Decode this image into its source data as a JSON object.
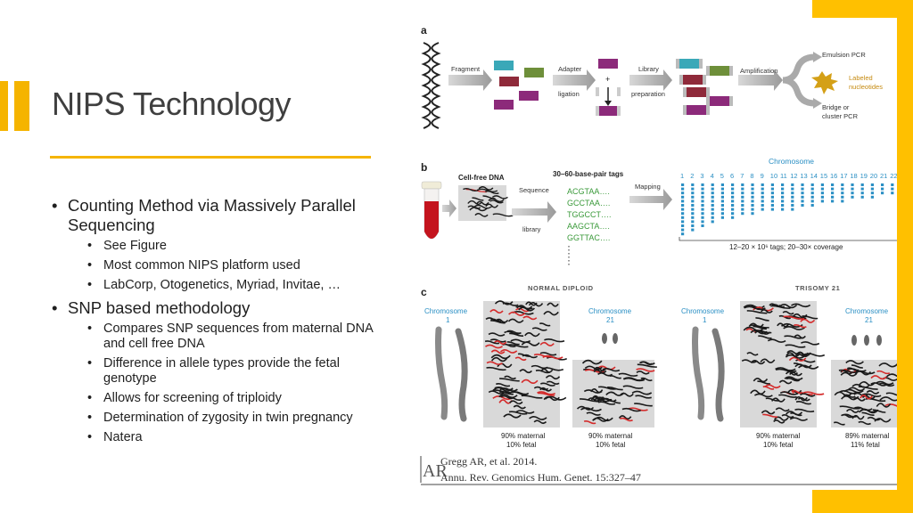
{
  "slide": {
    "title": "NIPS Technology",
    "bullets": [
      {
        "text": "Counting Method via Massively Parallel Sequencing",
        "sub": [
          "See Figure",
          "Most common NIPS platform used",
          "LabCorp, Otogenetics, Myriad, Invitae, …"
        ]
      },
      {
        "text": "SNP based methodology",
        "sub": [
          "Compares SNP sequences from maternal DNA and cell free DNA",
          "Difference in allele types provide the fetal genotype",
          "Allows for screening of triploidy",
          "Determination of zygosity in twin pregnancy",
          "Natera"
        ]
      }
    ]
  },
  "figure": {
    "panel_a": {
      "letter": "a",
      "fragment": "Fragment",
      "adapter": "Adapter",
      "ligation": "ligation",
      "library": "Library",
      "preparation": "preparation",
      "amplification": "Amplification",
      "emulsion": "Emulsion PCR",
      "labeled": "Labeled",
      "nucleotides": "nucleotides",
      "bridge": "Bridge or",
      "cluster": "cluster PCR",
      "plus": "+"
    },
    "panel_b": {
      "letter": "b",
      "cfdna": "Cell-free DNA",
      "sequence": "Sequence",
      "library": "library",
      "tags_header": "30–60-base-pair tags",
      "tags": [
        "ACGTAA….",
        "GCCTAA….",
        "TGGCCT….",
        "AAGCTA….",
        "GGTTAC…."
      ],
      "mapping": "Mapping",
      "chromosome": "Chromosome",
      "chrom_numbers": [
        "1",
        "2",
        "3",
        "4",
        "5",
        "6",
        "7",
        "8",
        "9",
        "10",
        "11",
        "12",
        "13",
        "14",
        "15",
        "16",
        "17",
        "18",
        "19",
        "20",
        "21",
        "22"
      ],
      "coverage": "12–20 × 10⁶ tags; 20–30× coverage"
    },
    "panel_c": {
      "letter": "c",
      "normal": "NORMAL DIPLOID",
      "trisomy": "TRISOMY 21",
      "chrom1_a": "Chromosome",
      "chrom1_b": "1",
      "chrom21_a": "Chromosome",
      "chrom21_b": "21",
      "left_box1": "90% maternal",
      "left_box1b": "10% fetal",
      "left_box2": "90% maternal",
      "left_box2b": "10% fetal",
      "right_box1": "90% maternal",
      "right_box1b": "10% fetal",
      "right_box2": "89% maternal",
      "right_box2b": "11% fetal"
    },
    "citation": {
      "logo": "AR",
      "line1": "Gregg AR, et al. 2014.",
      "line2": "Annu. Rev. Genomics Hum. Genet. 15:327–47"
    },
    "colors": {
      "teal": "#3aa8b8",
      "olive": "#6e8f3a",
      "maroon": "#8f2a3a",
      "purple": "#8c2a7a",
      "blue": "#2a8fc4",
      "green": "#3a9a3a",
      "red": "#d42a2a",
      "accent": "#ffc000"
    }
  }
}
